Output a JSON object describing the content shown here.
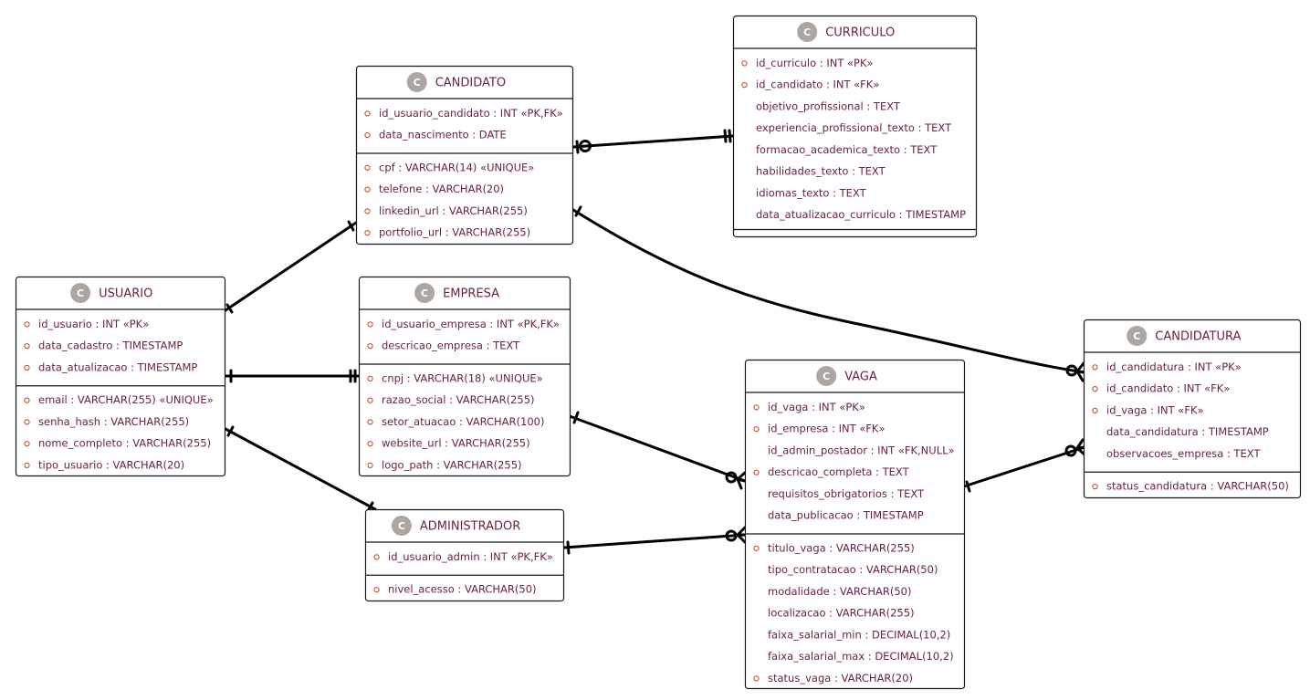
{
  "entities": {
    "curriculo": {
      "badge": "C",
      "name": "CURRICULO",
      "fields": [
        "id_curriculo : INT «PK»",
        "id_candidato : INT «FK»",
        "objetivo_profissional : TEXT",
        "experiencia_profissional_texto : TEXT",
        "formacao_academica_texto : TEXT",
        "habilidades_texto : TEXT",
        "idiomas_texto : TEXT",
        "data_atualizacao_curriculo : TIMESTAMP"
      ]
    },
    "candidato": {
      "badge": "C",
      "name": "CANDIDATO",
      "fields": [
        "id_usuario_candidato : INT «PK,FK»",
        "data_nascimento : DATE",
        "cpf : VARCHAR(14) «UNIQUE»",
        "telefone : VARCHAR(20)",
        "linkedin_url : VARCHAR(255)",
        "portfolio_url : VARCHAR(255)"
      ]
    },
    "usuario": {
      "badge": "C",
      "name": "USUARIO",
      "fields": [
        "id_usuario : INT «PK»",
        "data_cadastro : TIMESTAMP",
        "data_atualizacao : TIMESTAMP",
        "email : VARCHAR(255) «UNIQUE»",
        "senha_hash : VARCHAR(255)",
        "nome_completo : VARCHAR(255)",
        "tipo_usuario : VARCHAR(20)"
      ]
    },
    "empresa": {
      "badge": "C",
      "name": "EMPRESA",
      "fields": [
        "id_usuario_empresa : INT «PK,FK»",
        "descricao_empresa : TEXT",
        "cnpj : VARCHAR(18) «UNIQUE»",
        "razao_social : VARCHAR(255)",
        "setor_atuacao : VARCHAR(100)",
        "website_url : VARCHAR(255)",
        "logo_path : VARCHAR(255)"
      ]
    },
    "administrador": {
      "badge": "C",
      "name": "ADMINISTRADOR",
      "fields": [
        "id_usuario_admin : INT «PK,FK»",
        "nivel_acesso : VARCHAR(50)"
      ]
    },
    "vaga": {
      "badge": "C",
      "name": "VAGA",
      "fields": [
        "id_vaga : INT «PK»",
        "id_empresa : INT «FK»",
        "id_admin_postador : INT «FK,NULL»",
        "descricao_completa : TEXT",
        "requisitos_obrigatorios : TEXT",
        "data_publicacao : TIMESTAMP",
        "titulo_vaga : VARCHAR(255)",
        "tipo_contratacao : VARCHAR(50)",
        "modalidade : VARCHAR(50)",
        "localizacao : VARCHAR(255)",
        "faixa_salarial_min : DECIMAL(10,2)",
        "faixa_salarial_max : DECIMAL(10,2)",
        "status_vaga : VARCHAR(20)"
      ]
    },
    "candidatura": {
      "badge": "C",
      "name": "CANDIDATURA",
      "fields": [
        "id_candidatura : INT «PK»",
        "id_candidato : INT «FK»",
        "id_vaga : INT «FK»",
        "data_candidatura : TIMESTAMP",
        "observacoes_empresa : TEXT",
        "status_candidatura : VARCHAR(50)"
      ]
    }
  },
  "colors": {
    "text": "#6b2148",
    "border": "#181818",
    "badge": "#ada6a0",
    "marker": "#c0552a",
    "line": "#000000"
  }
}
